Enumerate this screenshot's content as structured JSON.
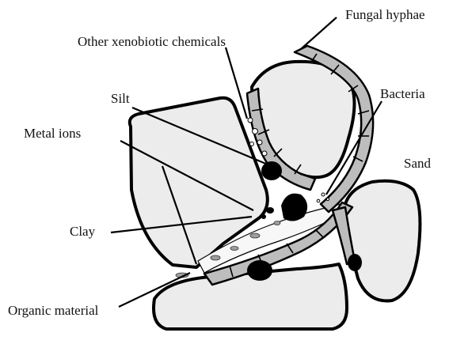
{
  "labels": {
    "fungal_hyphae": "Fungal hyphae",
    "other_xenobiotic": "Other xenobiotic chemicals",
    "silt": "Silt",
    "bacteria": "Bacteria",
    "metal_ions": "Metal ions",
    "sand": "Sand",
    "clay": "Clay",
    "organic_material": "Organic material"
  }
}
